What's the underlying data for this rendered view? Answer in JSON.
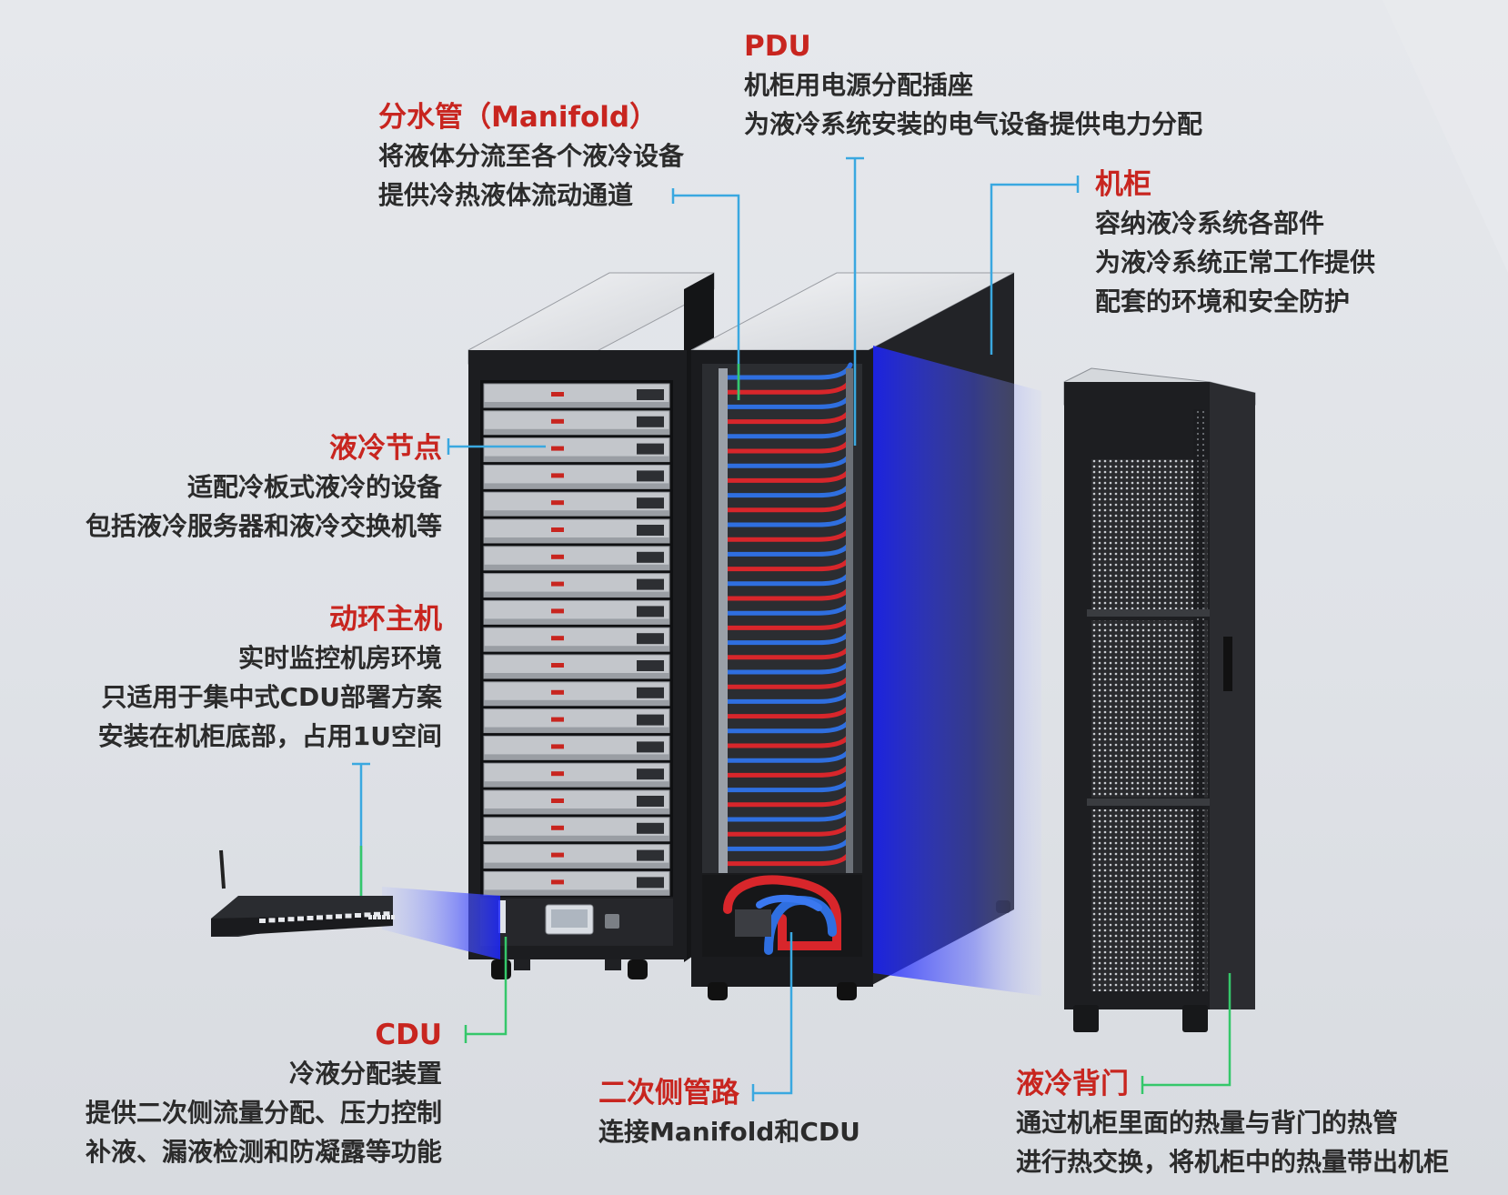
{
  "colors": {
    "title_red": "#c8251f",
    "body_text": "#2b2b2b",
    "leader_green": "#35c76a",
    "leader_blue": "#3aa8e0",
    "pipe_red": "#d8262b",
    "pipe_blue": "#2f6fe0",
    "cabinet_black": "#1c1d20",
    "glow_blue": "#2a35ff"
  },
  "labels": {
    "manifold": {
      "title": "分水管（Manifold）",
      "lines": [
        "将液体分流至各个液冷设备",
        "提供冷热液体流动通道"
      ]
    },
    "pdu": {
      "title": "PDU",
      "lines": [
        "机柜用电源分配插座",
        "为液冷系统安装的电气设备提供电力分配"
      ]
    },
    "cabinet": {
      "title": "机柜",
      "lines": [
        "容纳液冷系统各部件",
        "为液冷系统正常工作提供",
        "配套的环境和安全防护"
      ]
    },
    "node": {
      "title": "液冷节点",
      "lines": [
        "适配冷板式液冷的设备",
        "包括液冷服务器和液冷交换机等"
      ]
    },
    "monitor": {
      "title": "动环主机",
      "lines": [
        "实时监控机房环境",
        "只适用于集中式CDU部署方案",
        "安装在机柜底部，占用1U空间"
      ]
    },
    "cdu": {
      "title": "CDU",
      "lines": [
        "冷液分配装置",
        "提供二次侧流量分配、压力控制",
        "补液、漏液检测和防凝露等功能"
      ]
    },
    "secondary_pipe": {
      "title": "二次侧管路",
      "lines": [
        "连接Manifold和CDU"
      ]
    },
    "rear_door": {
      "title": "液冷背门",
      "lines": [
        "通过机柜里面的热量与背门的热管",
        "进行热交换，将机柜中的热量带出机柜"
      ]
    }
  }
}
